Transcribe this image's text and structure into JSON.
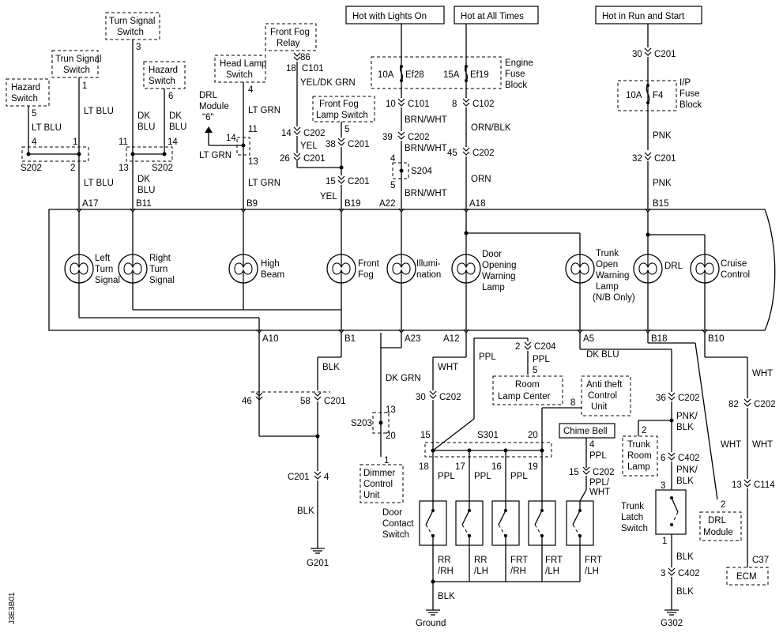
{
  "diagram": {
    "code": "J3E3B01",
    "power": {
      "lights_on": "Hot with Lights On",
      "all_times": "Hot at All Times",
      "run_start": "Hot in Run and Start"
    },
    "blocks": {
      "engine_fuse": [
        "Engine",
        "Fuse",
        "Block"
      ],
      "ip_fuse": [
        "I/P",
        "Fuse",
        "Block"
      ],
      "fuse_ef28": "10A",
      "fuse_ef28_id": "Ef28",
      "fuse_ef19": "15A",
      "fuse_ef19_id": "Ef19",
      "fuse_f4": "10A",
      "fuse_f4_id": "F4"
    },
    "components": {
      "hazard_switch": [
        "Hazard",
        "Switch"
      ],
      "trun_signal_switch": [
        "Trun Signal",
        "Switch"
      ],
      "turn_signal_switch": [
        "Turn Signal",
        "Switch"
      ],
      "hazard_switch2": [
        "Hazard",
        "Switch"
      ],
      "head_lamp_switch": [
        "Head Lamp",
        "Switch"
      ],
      "drl_module_6": [
        "DRL",
        "Module",
        "\"6\""
      ],
      "front_fog_relay": [
        "Front Fog",
        "Relay"
      ],
      "front_fog_lamp_switch": [
        "Front Fog",
        "Lamp Switch"
      ],
      "room_lamp_center": [
        "Room",
        "Lamp Center"
      ],
      "antitheft": [
        "Anti theft",
        "Control",
        "Unit"
      ],
      "chime_bell": "Chime Bell",
      "trunk_room_lamp": [
        "Trunk",
        "Room",
        "Lamp"
      ],
      "trunk_latch_switch": [
        "Trunk",
        "Latch",
        "Switch"
      ],
      "drl_module": [
        "DRL",
        "Module"
      ],
      "ecm": "ECM",
      "dimmer": [
        "Dimmer",
        "Control",
        "Unit"
      ],
      "door_contact_switch": [
        "Door",
        "Contact",
        "Switch"
      ]
    },
    "lamps": {
      "left_turn": [
        "Left",
        "Turn",
        "Signal"
      ],
      "right_turn": [
        "Right",
        "Turn",
        "Signal"
      ],
      "high_beam": [
        "High",
        "Beam"
      ],
      "front_fog": [
        "Front",
        "Fog"
      ],
      "illumination": [
        "Illumi-",
        "nation"
      ],
      "door_opening": [
        "Door",
        "Opening",
        "Warning",
        "Lamp"
      ],
      "trunk_open": [
        "Trunk",
        "Open",
        "Warning",
        "Lamp",
        "(N/B Only)"
      ],
      "drl": "DRL",
      "cruise": [
        "Cruise",
        "Control"
      ]
    },
    "pins_top": [
      "A17",
      "B11",
      "B9",
      "B19",
      "A22",
      "A18",
      "B15"
    ],
    "pins_bottom": [
      "A10",
      "B1",
      "A23",
      "A12",
      "A5",
      "B18",
      "B10"
    ],
    "wires": {
      "lt_blu": "LT BLU",
      "dk": "DK",
      "blu": "BLU",
      "lt_grn": "LT GRN",
      "yel_dk_grn": "YEL/DK GRN",
      "yel": "YEL",
      "brn_wht": "BRN/WHT",
      "orn_blk": "ORN/BLK",
      "orn": "ORN",
      "pnk": "PNK",
      "blk": "BLK",
      "dk_grn": "DK GRN",
      "wht": "WHT",
      "ppl": "PPL",
      "ppl_wht": [
        "PPL/",
        "WHT"
      ],
      "dk_blu": "DK BLU",
      "pnk_blk": [
        "PNK/",
        "BLK"
      ]
    },
    "conn": {
      "c201": "C201",
      "c202": "C202",
      "c101": "C101",
      "c102": "C102",
      "c204": "C204",
      "c402": "C402",
      "c114": "C114",
      "c37": "C37",
      "s202": "S202",
      "s204": "S204",
      "s203": "S203",
      "s301": "S301"
    },
    "pins": {
      "n1": "1",
      "n2": "2",
      "n3": "3",
      "n4": "4",
      "n5": "5",
      "n6": "6",
      "n8": "8",
      "n10": "10",
      "n11": "11",
      "n13": "13",
      "n14": "14",
      "n15": "15",
      "n16": "16",
      "n17": "17",
      "n18": "18",
      "n19": "19",
      "n20": "20",
      "n26": "26",
      "n30": "30",
      "n32": "32",
      "n36": "36",
      "n38": "38",
      "n39": "39",
      "n45": "45",
      "n46": "46",
      "n58": "58",
      "n82": "82",
      "n86": "86"
    },
    "door_labels": [
      [
        "RR",
        "/RH"
      ],
      [
        "RR",
        "/LH"
      ],
      [
        "FRT",
        "/RH"
      ],
      [
        "FRT",
        "/LH"
      ],
      [
        "FRT",
        "/LH"
      ]
    ],
    "grounds": {
      "g201": "G201",
      "ground": "Ground",
      "g302": "G302"
    }
  }
}
